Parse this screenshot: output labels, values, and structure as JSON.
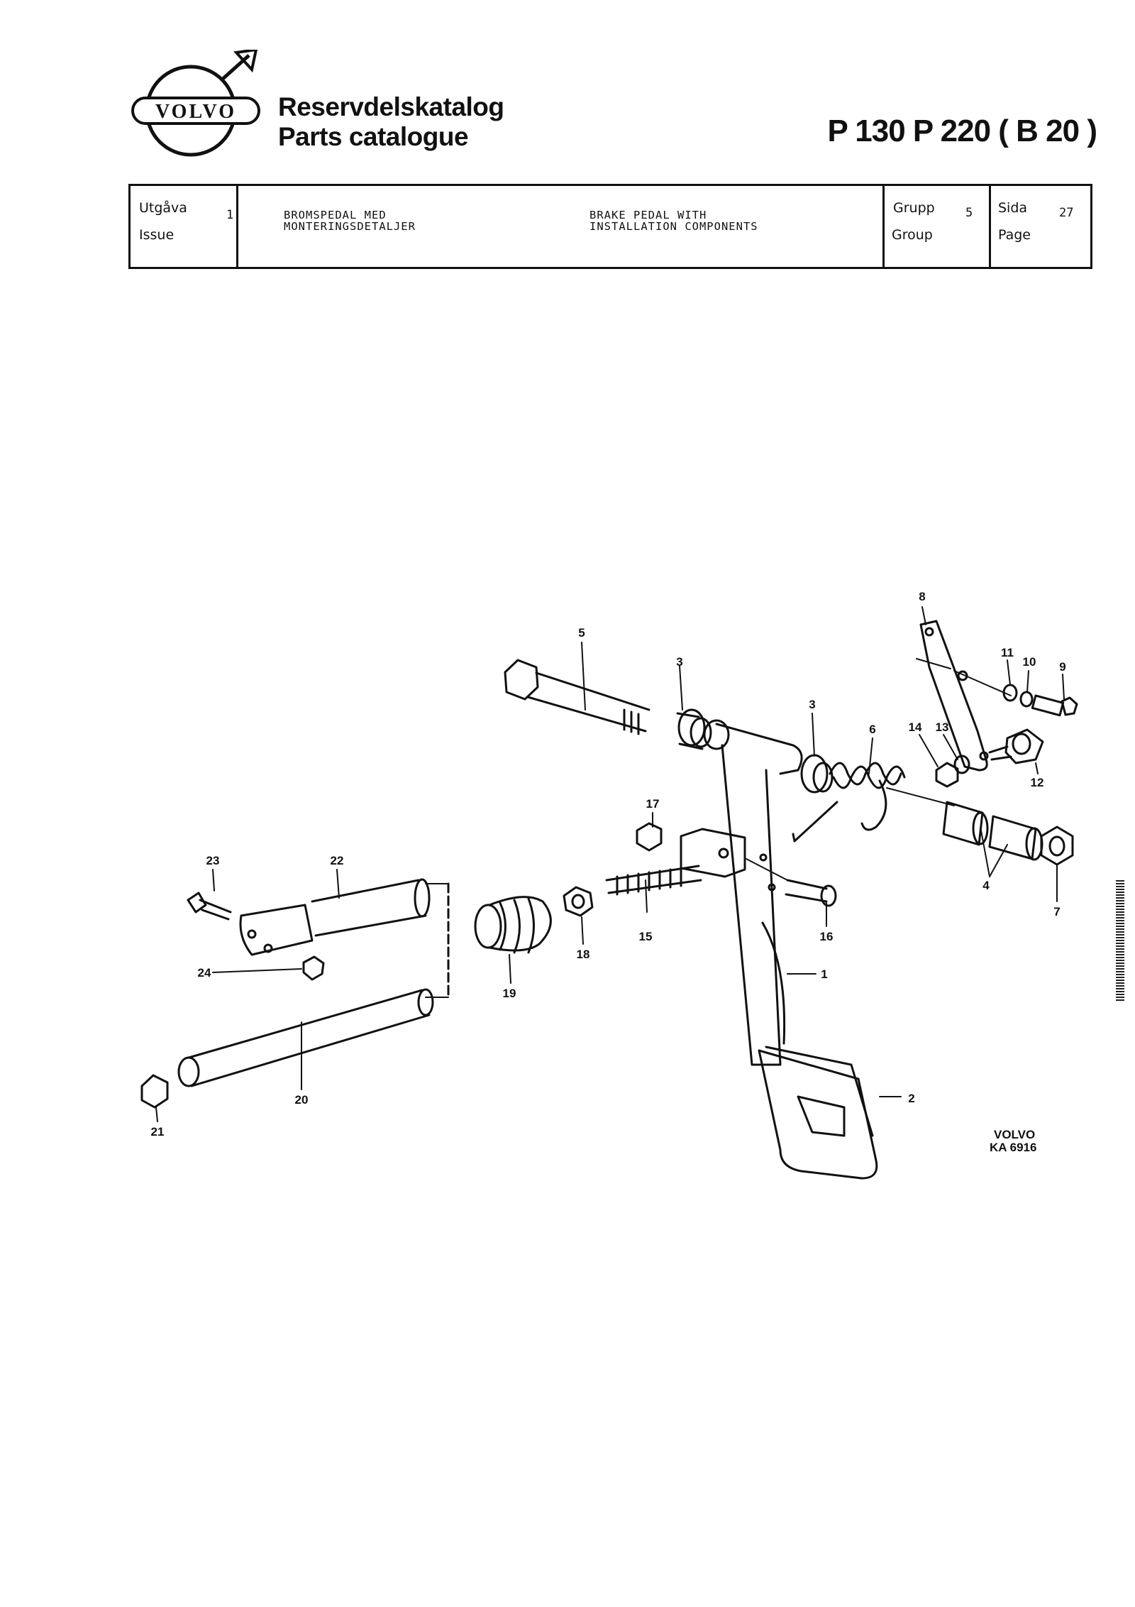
{
  "header": {
    "logo_text": "VOLVO",
    "title_sv": "Reservdelskatalog",
    "title_en": "Parts catalogue",
    "models": "P 130   P 220 ( B 20 )"
  },
  "info": {
    "issue_label_sv": "Utgåva",
    "issue_label_en": "Issue",
    "issue_value": "1",
    "desc_sv_1": "BROMSPEDAL MED",
    "desc_sv_2": "MONTERINGSDETALJER",
    "desc_en_1": "BRAKE PEDAL WITH",
    "desc_en_2": "INSTALLATION COMPONENTS",
    "group_label_sv": "Grupp",
    "group_label_en": "Group",
    "group_value": "5",
    "page_label_sv": "Sida",
    "page_label_en": "Page",
    "page_value": "27"
  },
  "diagram": {
    "callouts": [
      "1",
      "2",
      "3",
      "3",
      "4",
      "5",
      "6",
      "7",
      "8",
      "9",
      "10",
      "11",
      "12",
      "13",
      "14",
      "15",
      "16",
      "17",
      "18",
      "19",
      "20",
      "21",
      "22",
      "23",
      "24"
    ],
    "ref_brand": "VOLVO",
    "ref_code": "KA 6916"
  },
  "colors": {
    "ink": "#111111",
    "paper": "#ffffff"
  }
}
